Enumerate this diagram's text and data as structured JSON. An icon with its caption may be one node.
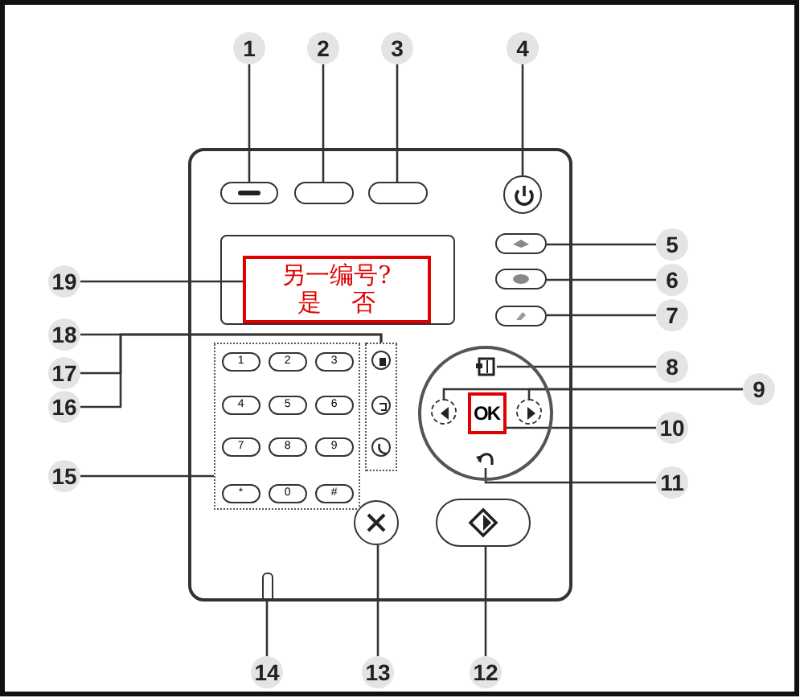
{
  "diagram": {
    "nodes": [
      {
        "text": [
          "1"
        ]
      },
      {
        "text": [
          "2"
        ]
      },
      {
        "text": [
          "3"
        ]
      },
      {
        "text": [
          "4"
        ]
      },
      {
        "text": [
          "5"
        ]
      },
      {
        "text": [
          "6"
        ]
      },
      {
        "text": [
          "7"
        ]
      },
      {
        "text": [
          "8"
        ]
      },
      {
        "text": [
          "9"
        ]
      },
      {
        "text": [
          "10"
        ]
      },
      {
        "text": [
          "11"
        ]
      },
      {
        "text": [
          "12"
        ]
      },
      {
        "text": [
          "13"
        ]
      },
      {
        "text": [
          "14"
        ]
      },
      {
        "text": [
          "15"
        ]
      },
      {
        "text": [
          "16"
        ]
      },
      {
        "text": [
          "17"
        ]
      },
      {
        "text": [
          "18"
        ]
      },
      {
        "text": [
          "19"
        ]
      },
      {
        "text": [],
        "shape": "box"
      },
      {
        "text": [],
        "shape": "box"
      },
      {
        "text": [],
        "shape": "box"
      },
      {
        "text": [],
        "shape": "circle"
      },
      {
        "text": [],
        "shape": "box"
      },
      {
        "text": [],
        "shape": "box"
      },
      {
        "text": [],
        "shape": "box"
      },
      {
        "text": [],
        "shape": "box"
      },
      {
        "text": [
          "另一编号?",
          "是 否"
        ],
        "in": 26
      },
      {
        "text": [],
        "shape": "circle"
      },
      {
        "text": [],
        "shape": "icon",
        "in": 28
      },
      {
        "text": [],
        "shape": "circle",
        "in": 28
      },
      {
        "text": [
          "OK"
        ],
        "in": 28
      },
      {
        "text": [],
        "shape": "circle",
        "in": 28
      },
      {
        "text": [],
        "shape": "icon",
        "in": 28
      },
      {
        "text": [],
        "shape": "box"
      },
      {
        "text": [],
        "shape": "circle"
      },
      {
        "text": [],
        "shape": "box"
      },
      {
        "text": [],
        "shape": "box"
      },
      {
        "text": [
          "1"
        ],
        "in": 37
      },
      {
        "text": [
          "2"
        ],
        "in": 37
      },
      {
        "text": [
          "3"
        ],
        "in": 37
      },
      {
        "text": [
          "4"
        ],
        "in": 37
      },
      {
        "text": [
          "5"
        ],
        "in": 37
      },
      {
        "text": [
          "6"
        ],
        "in": 37
      },
      {
        "text": [
          "7"
        ],
        "in": 37
      },
      {
        "text": [
          "8"
        ],
        "in": 37
      },
      {
        "text": [
          "9"
        ],
        "in": 37
      },
      {
        "text": [
          "*"
        ],
        "in": 37
      },
      {
        "text": [
          "0"
        ],
        "in": 37
      },
      {
        "text": [
          "#"
        ],
        "in": 37
      },
      {
        "text": [],
        "shape": "box"
      },
      {
        "text": [],
        "shape": "circle",
        "in": 50
      },
      {
        "text": [],
        "shape": "circle",
        "in": 50
      },
      {
        "text": [],
        "shape": "circle",
        "in": 50
      }
    ],
    "edges": [
      {
        "from": 0,
        "to": 19,
        "arrow": "none"
      },
      {
        "from": 1,
        "to": 20,
        "arrow": "none"
      },
      {
        "from": 2,
        "to": 21,
        "arrow": "none"
      },
      {
        "from": 3,
        "to": 22,
        "arrow": "none"
      },
      {
        "from": 4,
        "to": 23,
        "arrow": "none"
      },
      {
        "from": 5,
        "to": 24,
        "arrow": "none"
      },
      {
        "from": 6,
        "to": 25,
        "arrow": "none"
      },
      {
        "from": 7,
        "to": 29,
        "arrow": "none"
      },
      {
        "from": 8,
        "to": 30,
        "arrow": "none"
      },
      {
        "from": 8,
        "to": 32,
        "arrow": "none"
      },
      {
        "from": 9,
        "to": 31,
        "arrow": "none"
      },
      {
        "from": 10,
        "to": 33,
        "arrow": "none"
      },
      {
        "from": 11,
        "to": 34,
        "arrow": "none"
      },
      {
        "from": 12,
        "to": 35,
        "arrow": "none"
      },
      {
        "from": 13,
        "to": 36,
        "arrow": "none"
      },
      {
        "from": 14,
        "to": 37,
        "arrow": "none"
      },
      {
        "from": 15,
        "to": 50,
        "arrow": "none"
      },
      {
        "from": 16,
        "to": 50,
        "arrow": "none"
      },
      {
        "from": 17,
        "to": 50,
        "arrow": "none"
      },
      {
        "from": 18,
        "to": 27,
        "arrow": "none"
      }
    ]
  }
}
